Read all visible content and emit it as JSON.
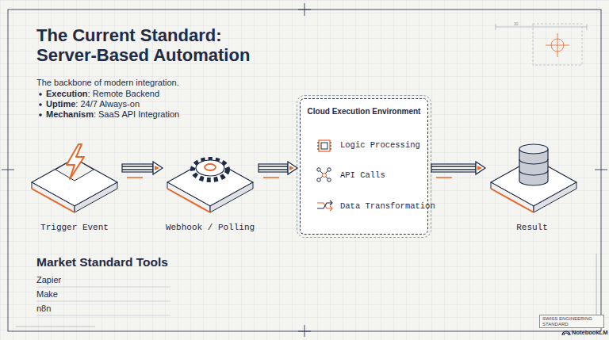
{
  "diagram": {
    "title": "The Current Standard: Server-Based Automation",
    "nodes": [
      {
        "text": [
          "Trigger Event"
        ]
      },
      {
        "text": [
          "Webhook / Polling"
        ]
      },
      {
        "text": [
          "Cloud Execution Environment",
          "Logic Processing",
          "API Calls",
          "Data Transformation"
        ]
      },
      {
        "text": [
          "Result"
        ]
      },
      {
        "text": [
          "SWISS ENGINEERING STANDARD"
        ]
      }
    ],
    "edges": [
      {
        "from": 0,
        "to": 1,
        "arrow": "to"
      },
      {
        "from": 1,
        "to": 2,
        "arrow": "to"
      },
      {
        "from": 2,
        "to": 3,
        "arrow": "to"
      }
    ],
    "labels": [
      "The backbone of modern integration.",
      "Execution: Remote Backend",
      "Uptime: 24/7 Always-on",
      "Mechanism: SaaS API Integration",
      "Market Standard Tools",
      "Zapier",
      "Make",
      "n8n",
      "30",
      "NotebookLM"
    ]
  }
}
